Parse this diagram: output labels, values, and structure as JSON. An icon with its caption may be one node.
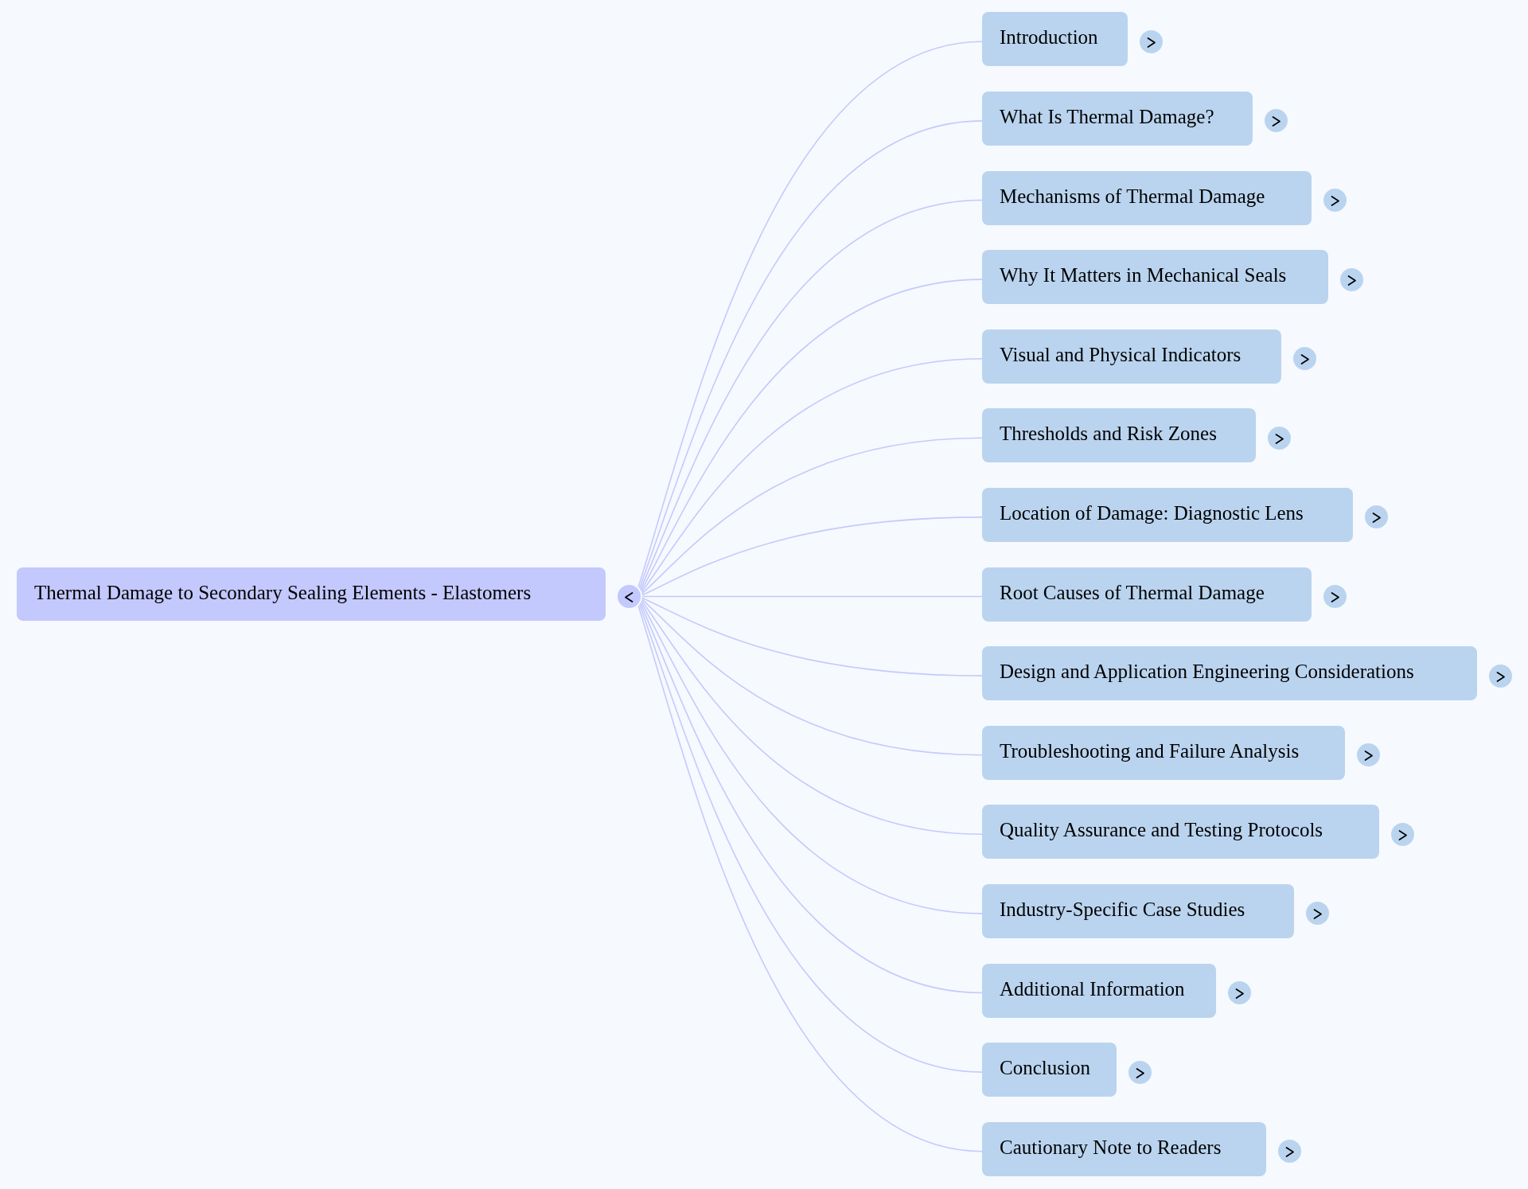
{
  "diagram": {
    "nodes": [
      {
        "text": [
          "Thermal Damage to Secondary Sealing Elements - Elastomers"
        ]
      },
      {
        "text": [
          "Introduction"
        ]
      },
      {
        "text": [
          "What Is Thermal Damage?"
        ]
      },
      {
        "text": [
          "Mechanisms of Thermal Damage"
        ]
      },
      {
        "text": [
          "Why It Matters in Mechanical Seals"
        ]
      },
      {
        "text": [
          "Visual and Physical Indicators"
        ]
      },
      {
        "text": [
          "Thresholds and Risk Zones"
        ]
      },
      {
        "text": [
          "Location of Damage: Diagnostic Lens"
        ]
      },
      {
        "text": [
          "Root Causes of Thermal Damage"
        ]
      },
      {
        "text": [
          "Design and Application Engineering Considerations"
        ]
      },
      {
        "text": [
          "Troubleshooting and Failure Analysis"
        ]
      },
      {
        "text": [
          "Quality Assurance and Testing Protocols"
        ]
      },
      {
        "text": [
          "Industry-Specific Case Studies"
        ]
      },
      {
        "text": [
          "Additional Information"
        ]
      },
      {
        "text": [
          "Conclusion"
        ]
      },
      {
        "text": [
          "Cautionary Note to Readers"
        ]
      }
    ],
    "edges": [
      {
        "from": 0,
        "to": 1,
        "arrow": "none"
      },
      {
        "from": 0,
        "to": 2,
        "arrow": "none"
      },
      {
        "from": 0,
        "to": 3,
        "arrow": "none"
      },
      {
        "from": 0,
        "to": 4,
        "arrow": "none"
      },
      {
        "from": 0,
        "to": 5,
        "arrow": "none"
      },
      {
        "from": 0,
        "to": 6,
        "arrow": "none"
      },
      {
        "from": 0,
        "to": 7,
        "arrow": "none"
      },
      {
        "from": 0,
        "to": 8,
        "arrow": "none"
      },
      {
        "from": 0,
        "to": 9,
        "arrow": "none"
      },
      {
        "from": 0,
        "to": 10,
        "arrow": "none"
      },
      {
        "from": 0,
        "to": 11,
        "arrow": "none"
      },
      {
        "from": 0,
        "to": 12,
        "arrow": "none"
      },
      {
        "from": 0,
        "to": 13,
        "arrow": "none"
      },
      {
        "from": 0,
        "to": 14,
        "arrow": "none"
      },
      {
        "from": 0,
        "to": 15,
        "arrow": "none"
      }
    ]
  }
}
